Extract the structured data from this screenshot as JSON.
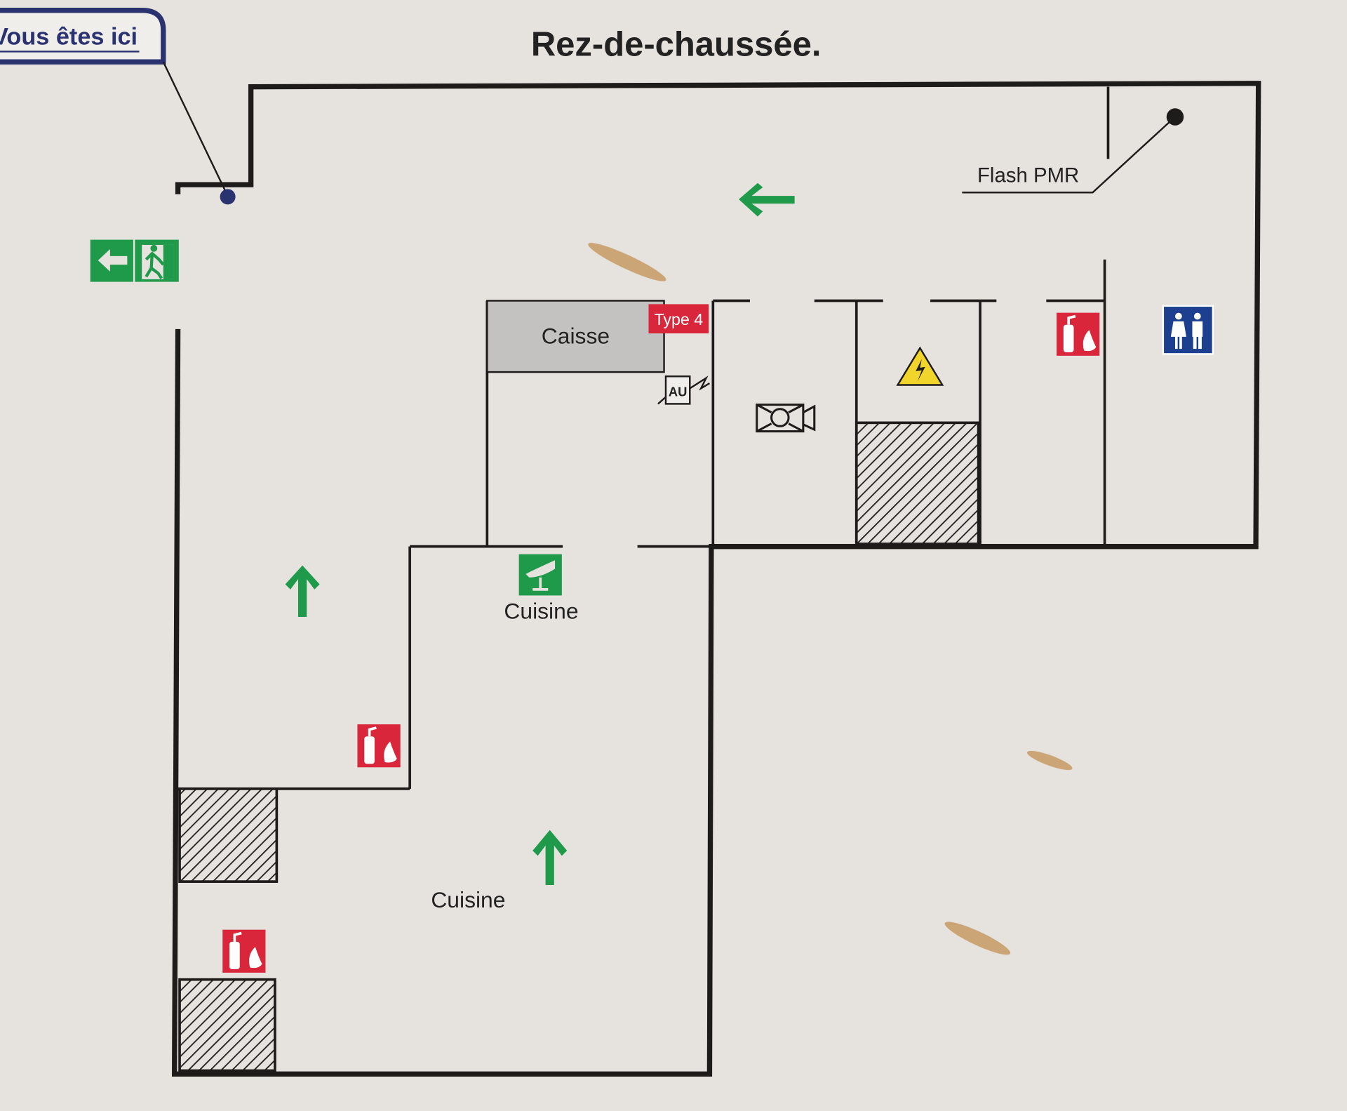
{
  "title": "Rez-de-chaussée.",
  "you_are_here": "Vous êtes ici",
  "labels": {
    "caisse": "Caisse",
    "type4": "Type 4",
    "au": "AU",
    "flash_pmr": "Flash PMR",
    "cuisine_upper": "Cuisine",
    "cuisine_lower": "Cuisine"
  },
  "icons": [
    "emergency-exit-icon",
    "fire-extinguisher-icon",
    "restroom-icon",
    "electrical-hazard-icon",
    "camera-icon",
    "alarm-trigger-icon",
    "first-aid-icon",
    "evacuation-arrow-icon",
    "you-are-here-marker"
  ],
  "colors": {
    "wall": "#1e1c1b",
    "exit_green": "#1f9a4a",
    "fire_red": "#d9263a",
    "info_blue": "#1c3f8f",
    "marker_navy": "#2a3370",
    "caisse_gray": "#c4c2c1",
    "paper": "#e6e3de"
  }
}
